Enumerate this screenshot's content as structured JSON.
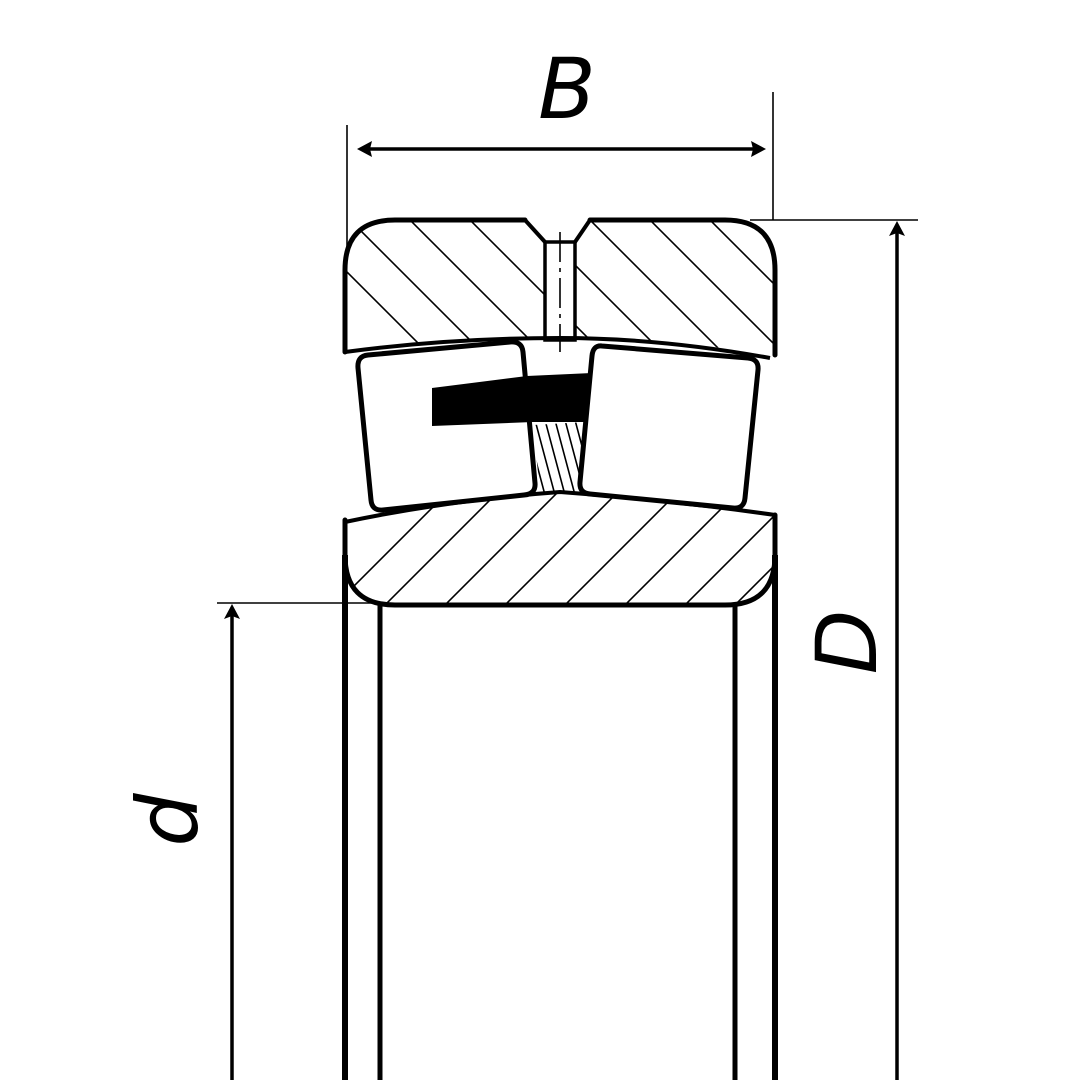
{
  "diagram": {
    "subject": "Spherical roller bearing cross-section",
    "line_color": "#000000",
    "background": "#ffffff"
  },
  "dimensions": {
    "width_label": "B",
    "outer_diameter_label": "D",
    "bore_diameter_label": "d"
  }
}
